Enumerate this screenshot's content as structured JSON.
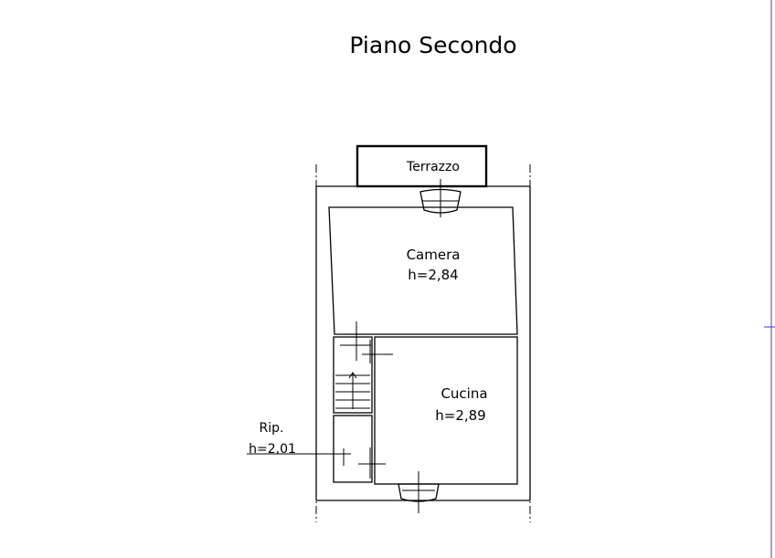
{
  "title": "Piano Secondo",
  "rooms": {
    "terrace": {
      "name": "Terrazzo"
    },
    "bedroom": {
      "name": "Camera",
      "height": "h=2,84"
    },
    "kitchen": {
      "name": "Cucina",
      "height": "h=2,89"
    },
    "storage": {
      "name": "Rip.",
      "height": "h=2,01"
    }
  },
  "colors": {
    "lines": "#000000",
    "page_border": "#3a3ad8",
    "background": "#ffffff"
  }
}
